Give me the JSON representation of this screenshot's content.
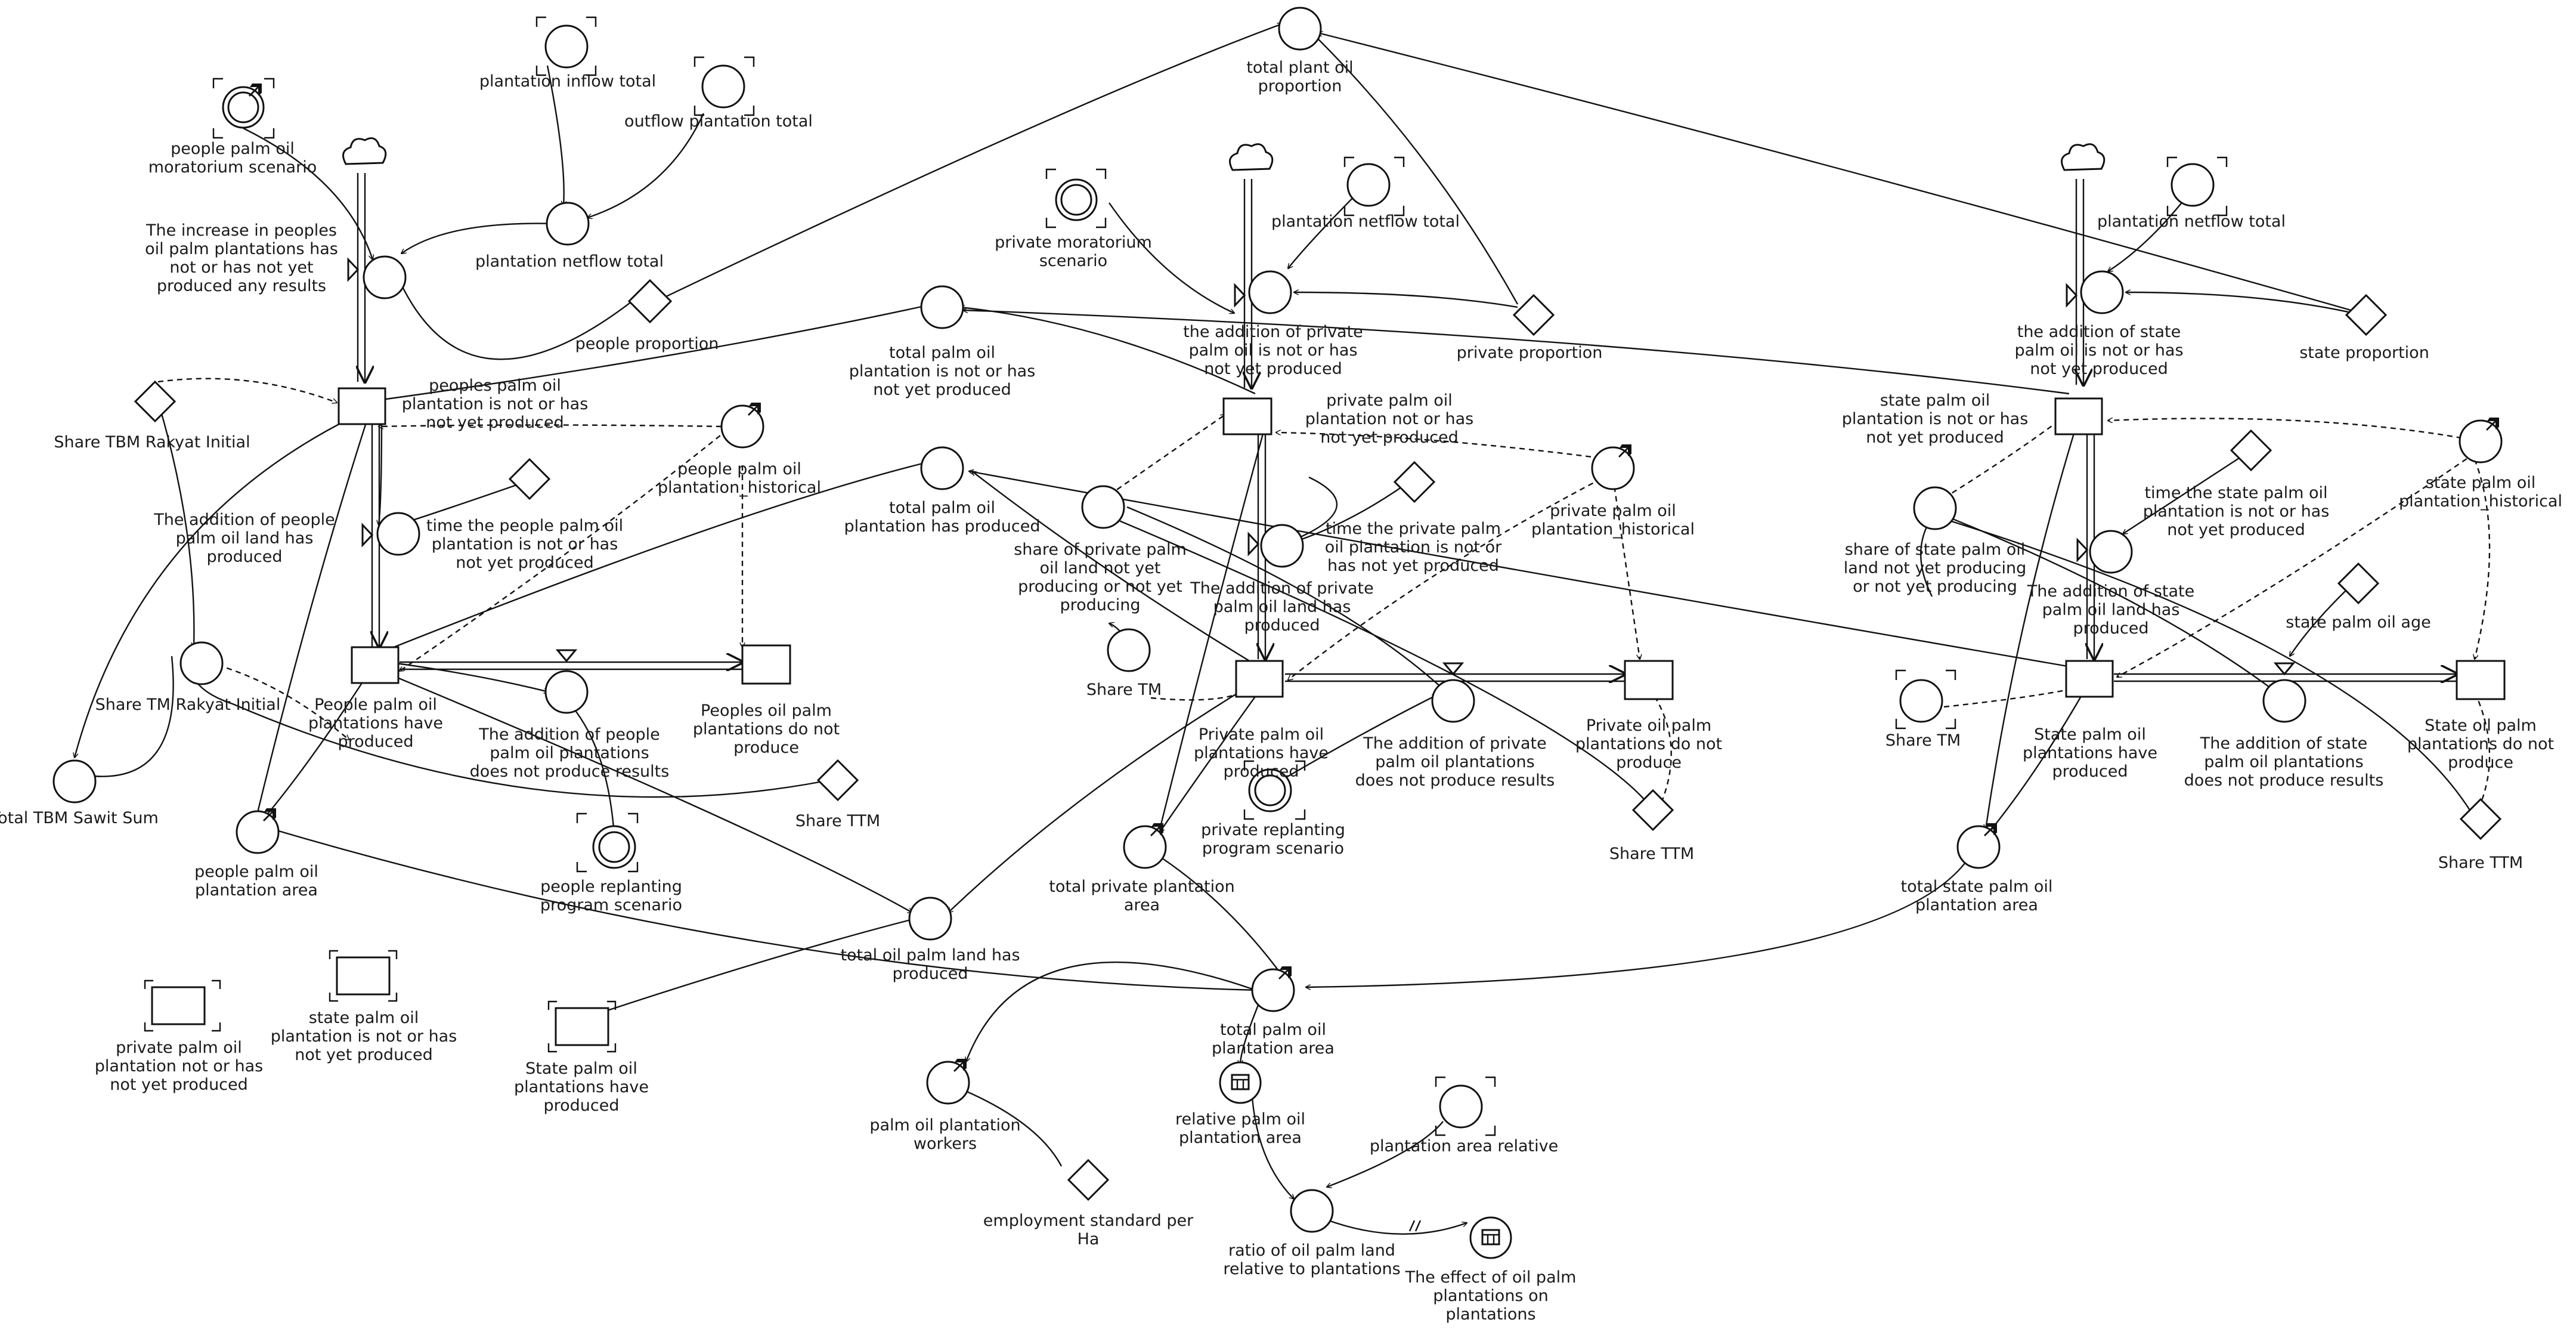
{
  "diagram": {
    "labels": {
      "people_palm_oil_moratorium_scenario": "people palm oil moratorium scenario",
      "plantation_inflow_total": "plantation inflow total",
      "outflow_plantation_total": "outflow plantation total",
      "plantation_netflow_total_people": "plantation netflow total",
      "people_increase_not_yet_produced": "The increase in peoples oil palm plantations has not or has not yet produced any results",
      "people_proportion": "people proportion",
      "peoples_palm_oil_plantation_not_yet_produced": "peoples palm oil plantation is not or has not yet produced",
      "share_tbm_rakyat_initial": "Share TBM Rakyat Initial",
      "people_palm_oil_plantation_historical": "people palm oil plantation_historical",
      "time_people_palm_oil_plantation_not_yet_produced": "time the people palm oil plantation is not or has not yet produced",
      "addition_people_palm_oil_land_has_produced": "The addition of people palm oil land has produced",
      "people_palm_oil_plantations_have_produced": "People palm oil plantations have produced",
      "peoples_oil_palm_plantations_do_not_produce": "Peoples oil palm plantations do not produce",
      "addition_people_palm_oil_plantations_does_not_produce_results": "The addition of people palm oil plantations does not produce results",
      "share_tm_rakyat_initial": "Share TM Rakyat Initial",
      "total_tbm_sawit_sum": "Total TBM Sawit Sum",
      "share_ttm_people": "Share TTM",
      "people_palm_oil_plantation_area": "people palm oil plantation area",
      "people_replanting_program_scenario": "people replanting program scenario",
      "private_palm_oil_plantation_not_yet_produced_ghost": "private palm oil plantation not or has not yet produced",
      "state_palm_oil_plantation_not_yet_produced_ghost": "state palm oil plantation is not or has not yet produced",
      "state_palm_oil_plantations_have_produced_ghost": "State palm oil plantations have produced",
      "total_oil_palm_land_has_produced": "total oil palm land has produced",
      "total_plant_oil_proportion": "total plant oil proportion",
      "private_moratorium_scenario": "private moratorium scenario",
      "plantation_netflow_total_private": "plantation netflow total",
      "addition_private_palm_oil_not_yet_produced": "the addition of private palm oil is not or has not yet produced",
      "private_proportion": "private proportion",
      "total_palm_oil_plantation_not_yet_produced": "total palm oil plantation is not or has not yet produced",
      "private_palm_oil_plantation_not_yet_produced": "private palm oil plantation not or has not yet produced",
      "total_palm_oil_plantation_has_produced": "total palm oil plantation has produced",
      "private_palm_oil_plantation_historical": "private palm oil plantation_historical",
      "time_private_palm_oil_plantation_not_yet_produced": "time the private palm oil plantation is not or has not yet produced",
      "share_private_palm_oil_land_not_yet_producing": "share of private palm oil land not yet producing or not yet producing",
      "addition_private_palm_oil_land_has_produced": "The addition of private palm oil land has produced",
      "share_tm_private": "Share TM",
      "private_palm_oil_plantations_have_produced": "Private palm oil plantations have produced",
      "addition_private_palm_oil_plantations_does_not_produce_results": "The addition of private palm oil plantations does not produce results",
      "private_oil_palm_plantations_do_not_produce": "Private oil palm plantations do not produce",
      "share_ttm_private": "Share TTM",
      "private_replanting_program_scenario": "private replanting program scenario",
      "total_private_plantation_area": "total private plantation area",
      "plantation_netflow_total_state": "plantation netflow total",
      "addition_state_palm_oil_not_yet_produced": "the addition of state palm oil is not or has not yet produced",
      "state_proportion": "state proportion",
      "state_palm_oil_plantation_not_yet_produced": "state palm oil plantation is not or has not yet produced",
      "state_palm_oil_plantation_historical": "state palm oil plantation_historical",
      "time_state_palm_oil_plantation_not_yet_produced": "time the state palm oil plantation is not or has not yet produced",
      "share_state_palm_oil_land_not_yet_producing": "share of state palm oil land not yet producing or not yet producing",
      "addition_state_palm_oil_land_has_produced": "The addition of state palm oil land has produced",
      "state_palm_oil_age": "state palm oil age",
      "share_tm_state": "Share TM",
      "state_palm_oil_plantations_have_produced": "State palm oil plantations have produced",
      "addition_state_palm_oil_plantations_does_not_produce_results": "The addition of state  palm oil plantations does not produce results",
      "state_oil_palm_plantations_do_not_produce": "State oil palm plantations do not produce",
      "share_ttm_state": "Share TTM",
      "total_state_palm_oil_plantation_area": "total state palm oil plantation area",
      "total_palm_oil_plantation_area": "total palm oil plantation area",
      "palm_oil_plantation_workers": "palm oil plantation workers",
      "employment_standard_per_ha": "employment standard per Ha",
      "relative_palm_oil_plantation_area": "relative palm oil plantation area",
      "plantation_area_relative": "plantation area relative",
      "ratio_oil_palm_land_relative_to_plantations": "ratio of oil palm land relative to plantations",
      "effect_oil_palm_plantations_on_plantations": "The effect of oil palm plantations on plantations"
    }
  }
}
